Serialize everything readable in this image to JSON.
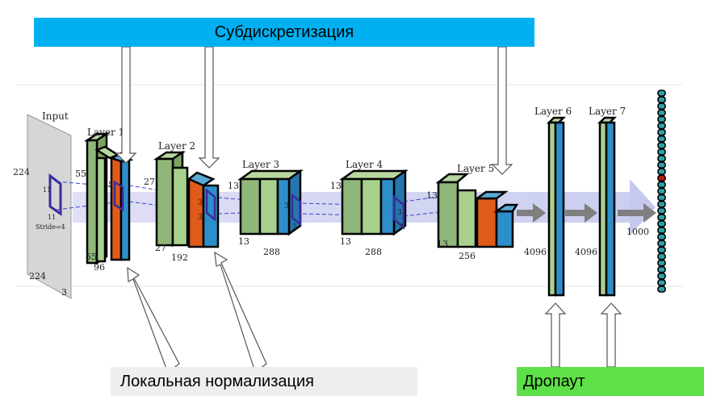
{
  "banners": {
    "subsampling": "Субдискретизация",
    "normalization": "Локальная нормализация",
    "dropout": "Дропаут"
  },
  "input": {
    "title": "Input",
    "size_left": "224",
    "size_bottom": "224",
    "depth": "3",
    "kernel_a": "11",
    "kernel_b": "11",
    "stride": "Stride=4"
  },
  "layers": {
    "l1": {
      "title": "Layer 1",
      "h_top": "55",
      "h_bottom": "55",
      "depth": "96",
      "kernel": "5"
    },
    "l2": {
      "title": "Layer 2",
      "h_top": "27",
      "h_bottom": "27",
      "depth": "192",
      "kernel_a": "3",
      "kernel_b": "3"
    },
    "l3": {
      "title": "Layer 3",
      "h_top": "13",
      "h_bottom": "13",
      "depth": "288",
      "kernel_a": "3",
      "kernel_b": "3"
    },
    "l4": {
      "title": "Layer 4",
      "h_top": "13",
      "h_bottom": "13",
      "depth": "288",
      "kernel_a": "3",
      "kernel_b": "3"
    },
    "l5": {
      "title": "Layer 5",
      "h_top": "13",
      "h_bottom": "13",
      "depth": "256"
    },
    "l6": {
      "title": "Layer 6",
      "units": "4096"
    },
    "l7": {
      "title": "Layer 7",
      "units": "4096"
    },
    "output": {
      "units": "1000"
    }
  },
  "colors": {
    "subsampling": "#00b0f0",
    "normalization": "#eeeeee",
    "dropout": "#5ee048",
    "green": "#8fb77a",
    "green_light": "#a9d18e",
    "blue": "#2e8ec9",
    "orange": "#e05a1a"
  }
}
